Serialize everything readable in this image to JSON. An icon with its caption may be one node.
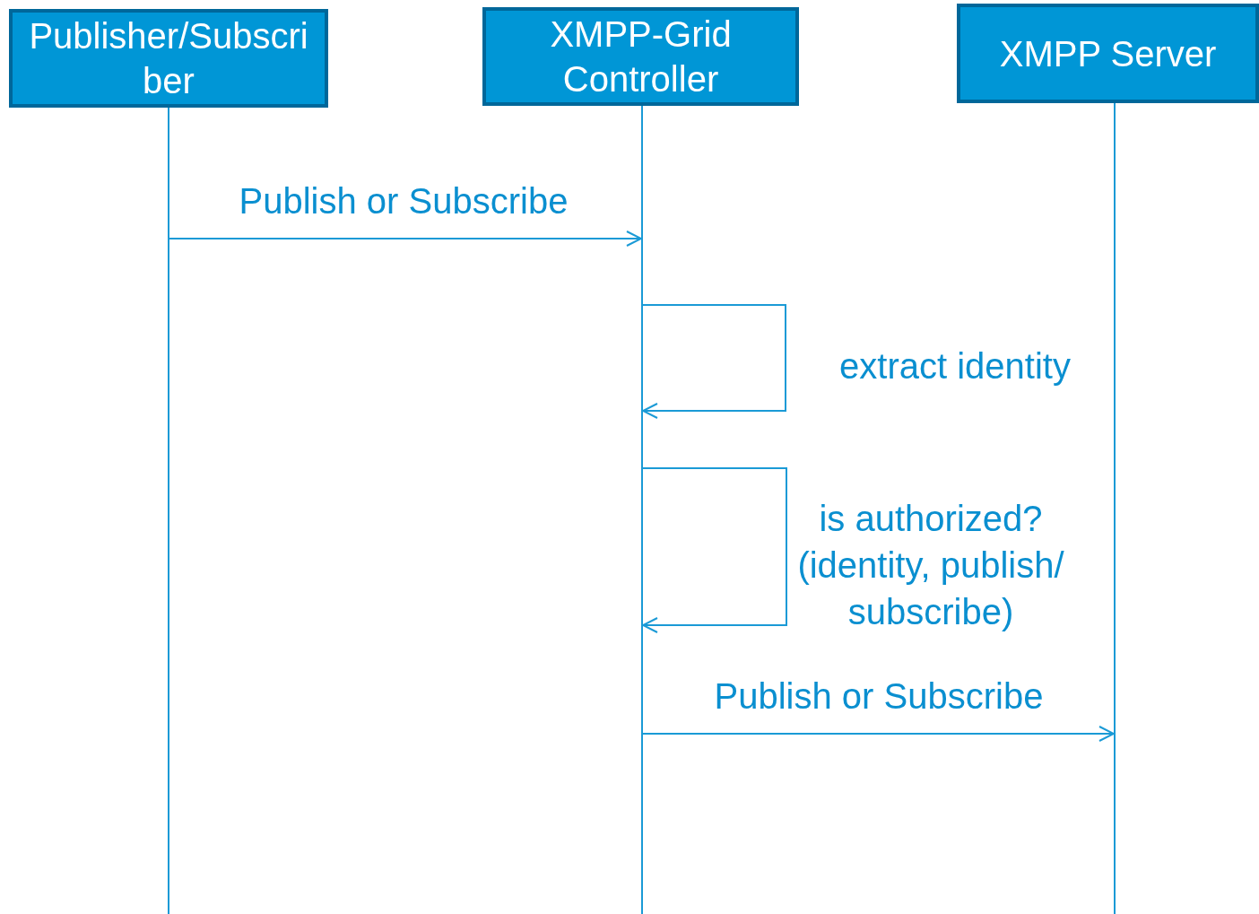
{
  "diagram": {
    "nodes": [
      {
        "text": [
          "Publisher/Subscriber"
        ]
      },
      {
        "text": [
          "XMPP-Grid Controller"
        ]
      },
      {
        "text": [
          "XMPP Server"
        ]
      }
    ],
    "edges": [
      {
        "from": 0,
        "to": 1,
        "arrow": "to",
        "label": "Publish or Subscribe"
      },
      {
        "from": 1,
        "to": 1,
        "arrow": "to",
        "label": "extract identity"
      },
      {
        "from": 1,
        "to": 1,
        "arrow": "to",
        "label": "is authorized? (identity, publish/ subscribe)"
      },
      {
        "from": 1,
        "to": 2,
        "arrow": "to",
        "label": "Publish or Subscribe"
      }
    ]
  }
}
